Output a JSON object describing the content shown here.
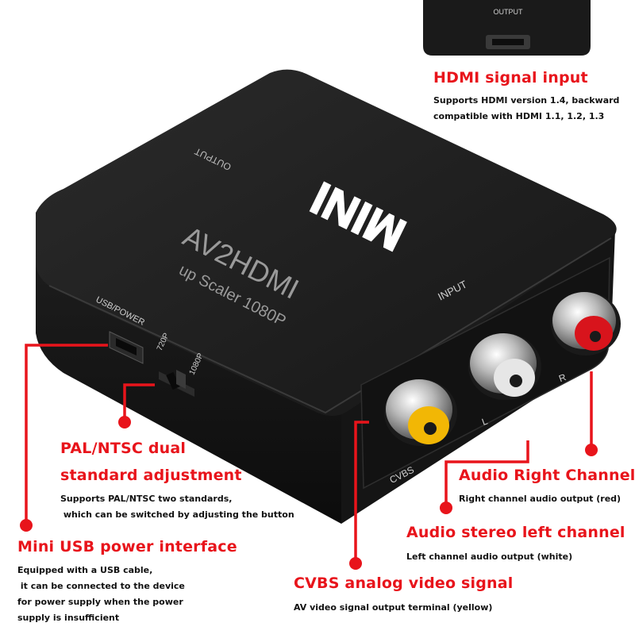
{
  "image": {
    "description_hidden": "",
    "device": {
      "brand_text": "MINI",
      "model_text": "AV2HDMI",
      "subtitle_text": "up Scaler 1080P",
      "output_text": "OUTPUT",
      "input_text": "INPUT",
      "usb_text": "USB/POWER",
      "switch_720": "720P",
      "switch_1080": "1080P",
      "port_l": "L",
      "port_r": "R",
      "port_cvbs": "CVBS",
      "inset_output": "OUTPUT"
    },
    "callouts": {
      "hdmi": {
        "title": "HDMI signal input",
        "desc": "Supports HDMI version 1.4, backward\ncompatible with HDMI 1.1, 1.2, 1.3"
      },
      "pal": {
        "title1": "PAL/NTSC dual",
        "title2": "standard adjustment",
        "desc": "Supports PAL/NTSC two standards,\n which can be switched by adjusting the button"
      },
      "usb": {
        "title": "Mini USB power interface",
        "desc": "Equipped with a USB cable,\n it can be connected to the device\nfor power supply when the power\nsupply is insufficient"
      },
      "right": {
        "title": "Audio Right Channel",
        "desc": "Right channel audio output (red)"
      },
      "left": {
        "title": "Audio stereo left channel",
        "desc": "Left channel audio output (white)"
      },
      "cvbs": {
        "title": "CVBS analog video signal",
        "desc": "AV video signal output terminal (yellow)"
      }
    },
    "colors": {
      "accent_red": "#e8141b",
      "device_body": "#1b1b1b",
      "rca_yellow": "#f2b705",
      "rca_white": "#e6e6e6",
      "rca_red": "#d8141c"
    }
  }
}
